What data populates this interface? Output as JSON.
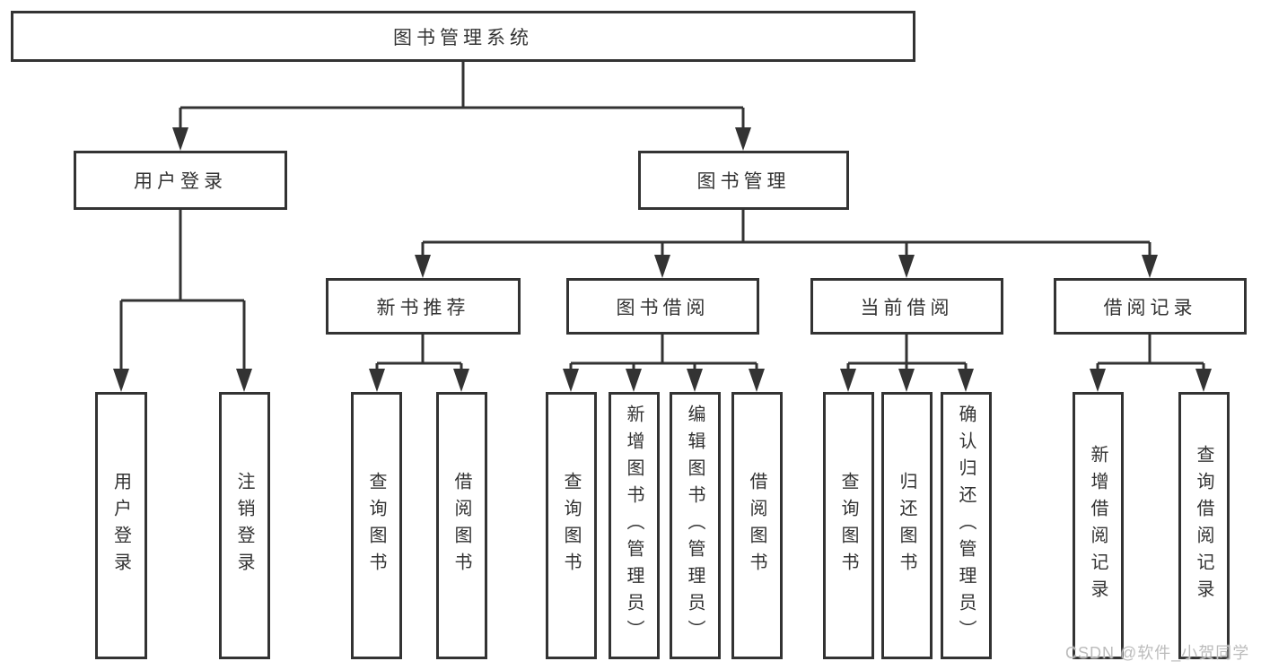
{
  "diagram": {
    "tree": {
      "label": "图书管理系统",
      "children": [
        {
          "label": "用户登录",
          "children": [
            {
              "label": "用户登录"
            },
            {
              "label": "注销登录"
            }
          ]
        },
        {
          "label": "图书管理",
          "children": [
            {
              "label": "新书推荐",
              "children": [
                {
                  "label": "查询图书"
                },
                {
                  "label": "借阅图书"
                }
              ]
            },
            {
              "label": "图书借阅",
              "children": [
                {
                  "label": "查询图书"
                },
                {
                  "label": "新增图书（管理员）"
                },
                {
                  "label": "编辑图书（管理员）"
                },
                {
                  "label": "借阅图书"
                }
              ]
            },
            {
              "label": "当前借阅",
              "children": [
                {
                  "label": "查询图书"
                },
                {
                  "label": "归还图书"
                },
                {
                  "label": "确认归还（管理员）"
                }
              ]
            },
            {
              "label": "借阅记录",
              "children": [
                {
                  "label": "新增借阅记录"
                },
                {
                  "label": "查询借阅记录"
                }
              ]
            }
          ]
        }
      ]
    }
  },
  "watermark": {
    "text": "CSDN @软件_小贺同学"
  },
  "colors": {
    "line": "#333333",
    "text": "#333333",
    "watermark": "#bcbcbc",
    "background": "#ffffff"
  }
}
